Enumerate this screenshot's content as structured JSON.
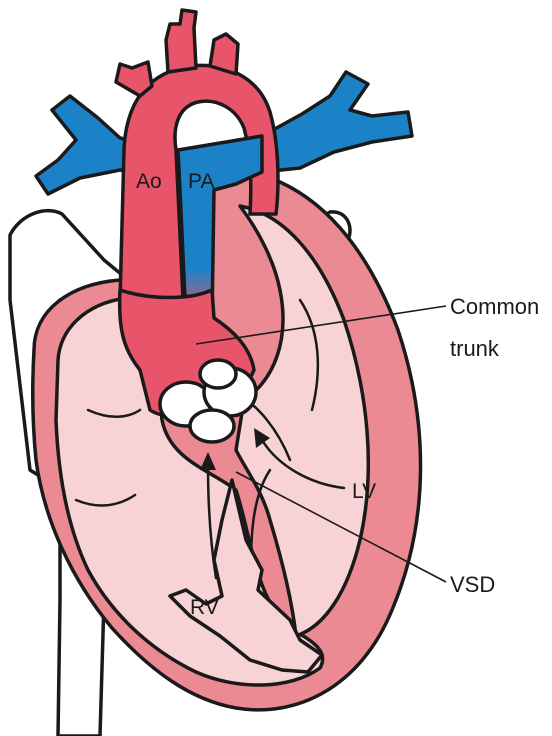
{
  "labels": {
    "ao": "Ao",
    "pa": "PA",
    "common_trunk_line1": "Common",
    "common_trunk_line2": "trunk",
    "lv": "LV",
    "rv": "RV",
    "vsd": "VSD"
  },
  "colors": {
    "wall": "#ec8a94",
    "chamber": "#f8d3d5",
    "aorta": "#e8556a",
    "pulmonary": "#1c82c8",
    "vessel_white": "#ffffff",
    "outline": "#1a1a1a"
  }
}
